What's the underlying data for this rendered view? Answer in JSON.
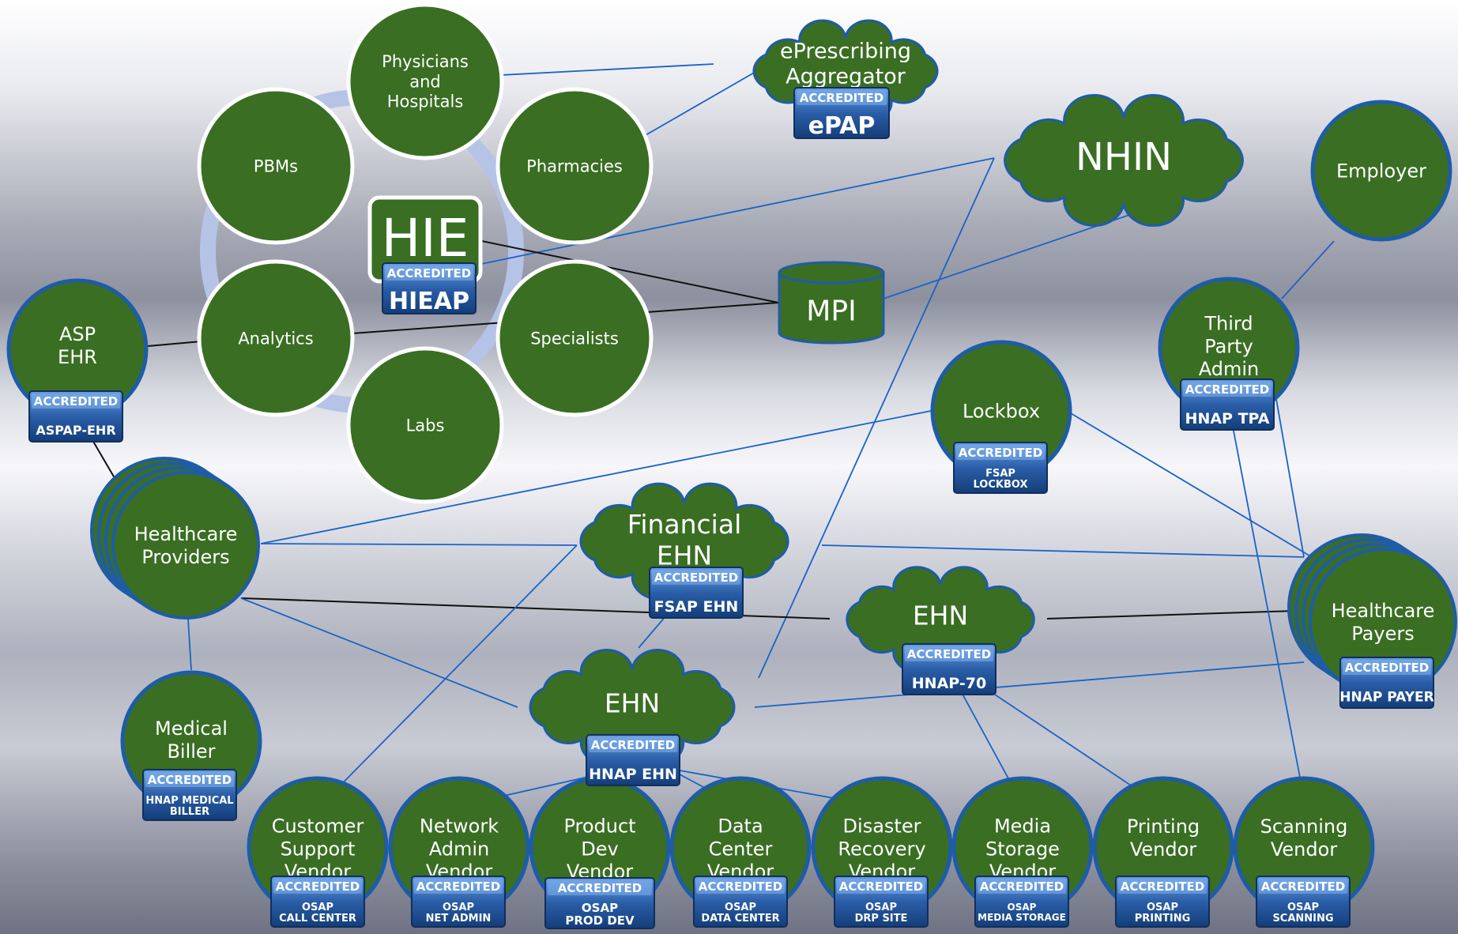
{
  "diagram": {
    "nodes": {
      "physicians": "Physicians\nand\nHospitals",
      "pharmacies": "Pharmacies",
      "specialists": "Specialists",
      "labs": "Labs",
      "analytics": "Analytics",
      "pbms": "PBMs",
      "hie": "HIE",
      "eprescribing": "ePrescribing\nAggregator",
      "nhin": "NHIN",
      "employer": "Employer",
      "mpi": "MPI",
      "asp_ehr": "ASP\nEHR",
      "third_party": "Third\nParty\nAdmin",
      "lockbox": "Lockbox",
      "healthcare_providers": "Healthcare\nProviders",
      "financial_ehn": "Financial\nEHN",
      "ehn_center": "EHN",
      "ehn_right": "EHN",
      "healthcare_payers": "Healthcare\nPayers",
      "medical_biller": "Medical\nBiller",
      "customer_support": "Customer\nSupport\nVendor",
      "network_admin": "Network\nAdmin\nVendor",
      "product_dev": "Product\nDev\nVendor",
      "data_center": "Data\nCenter\nVendor",
      "disaster_recovery": "Disaster\nRecovery\nVendor",
      "media_storage": "Media\nStorage\nVendor",
      "printing": "Printing\nVendor",
      "scanning": "Scanning\nVendor"
    },
    "badges": {
      "accredited": "ACCREDITED",
      "epap": "ePAP",
      "hieap": "HIEAP",
      "aspap_ehr": "ASPAP-EHR",
      "hnap_tpa": "HNAP TPA",
      "fsap_lockbox": "FSAP\nLOCKBOX",
      "fsap_ehn": "FSAP EHN",
      "hnap_70": "HNAP-70",
      "hnap_payer": "HNAP PAYER",
      "hnap_ehn": "HNAP EHN",
      "hnap_medical_biller": "HNAP MEDICAL\nBILLER",
      "osap_call_center": "OSAP\nCALL CENTER",
      "osap_net_admin": "OSAP\nNET ADMIN",
      "osap_prod_dev": "OSAP\nPROD DEV",
      "osap_data_center": "OSAP\nDATA CENTER",
      "osap_drp_site": "OSAP\nDRP SITE",
      "osap_media_storage": "OSAP\nMEDIA STORAGE",
      "osap_printing": "OSAP\nPRINTING",
      "osap_scanning": "OSAP\nSCANNING"
    },
    "colors": {
      "node_fill": "#3a6e23",
      "node_border_blue": "#1e5ca8",
      "node_border_white": "#ffffff",
      "link_blue": "#1a63c8",
      "link_black": "#111111",
      "ring": "#b5c3e6"
    }
  }
}
